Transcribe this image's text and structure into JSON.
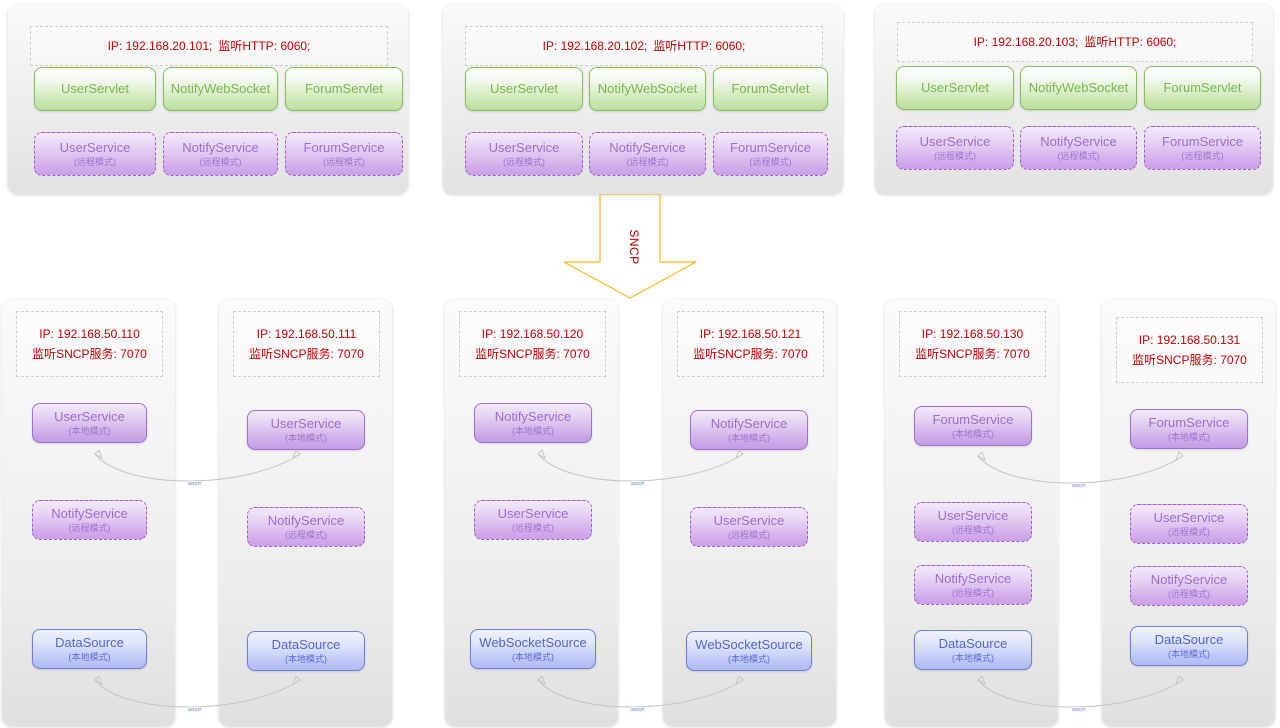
{
  "diagram": {
    "protocol_label": "SNCP",
    "connector_label": "SNCP",
    "colors": {
      "ip_text": "#c00000",
      "green_border": "#83c156",
      "green_text": "#7ab553",
      "purple_border": "#a259d8",
      "purple_text": "#9a6fcb",
      "blue_border": "#6f7ee0",
      "blue_text": "#5566cc",
      "arrow_stroke": "#f5c242",
      "connector_stroke": "#bdbdbd",
      "connector_label": "#5b86c9"
    },
    "mode_local": "(本地模式)",
    "mode_remote": "(远程模式)"
  },
  "web_tier": [
    {
      "id": "web-1",
      "ip_line1": "IP: 192.168.20.101;",
      "ip_line2": "监听HTTP: 6060;",
      "servlets": [
        {
          "name": "UserServlet"
        },
        {
          "name": "NotifyWebSocket"
        },
        {
          "name": "ForumServlet"
        }
      ],
      "services": [
        {
          "name": "UserService",
          "mode": "(远程模式)"
        },
        {
          "name": "NotifyService",
          "mode": "(远程模式)"
        },
        {
          "name": "ForumService",
          "mode": "(远程模式)"
        }
      ]
    },
    {
      "id": "web-2",
      "ip_line1": "IP: 192.168.20.102;",
      "ip_line2": "监听HTTP: 6060;",
      "servlets": [
        {
          "name": "UserServlet"
        },
        {
          "name": "NotifyWebSocket"
        },
        {
          "name": "ForumServlet"
        }
      ],
      "services": [
        {
          "name": "UserService",
          "mode": "(远程模式)"
        },
        {
          "name": "NotifyService",
          "mode": "(远程模式)"
        },
        {
          "name": "ForumService",
          "mode": "(远程模式)"
        }
      ]
    },
    {
      "id": "web-3",
      "ip_line1": "IP: 192.168.20.103;",
      "ip_line2": "监听HTTP: 6060;",
      "servlets": [
        {
          "name": "UserServlet"
        },
        {
          "name": "NotifyWebSocket"
        },
        {
          "name": "ForumServlet"
        }
      ],
      "services": [
        {
          "name": "UserService",
          "mode": "(远程模式)"
        },
        {
          "name": "NotifyService",
          "mode": "(远程模式)"
        },
        {
          "name": "ForumService",
          "mode": "(远程模式)"
        }
      ]
    }
  ],
  "service_tier": [
    {
      "id": "svc-110",
      "ip_line1": "IP: 192.168.50.110",
      "ip_line2": "监听SNCP服务: 7070",
      "nodes": [
        {
          "name": "UserService",
          "mode": "(本地模式)",
          "style": "purple-solid"
        },
        {
          "name": "NotifyService",
          "mode": "(远程模式)",
          "style": "purple-dashed"
        },
        {
          "name": "DataSource",
          "mode": "(本地模式)",
          "style": "blue"
        }
      ]
    },
    {
      "id": "svc-111",
      "ip_line1": "IP: 192.168.50.111",
      "ip_line2": "监听SNCP服务: 7070",
      "nodes": [
        {
          "name": "UserService",
          "mode": "(本地模式)",
          "style": "purple-solid"
        },
        {
          "name": "NotifyService",
          "mode": "(远程模式)",
          "style": "purple-dashed"
        },
        {
          "name": "DataSource",
          "mode": "(本地模式)",
          "style": "blue"
        }
      ]
    },
    {
      "id": "svc-120",
      "ip_line1": "IP: 192.168.50.120",
      "ip_line2": "监听SNCP服务: 7070",
      "nodes": [
        {
          "name": "NotifyService",
          "mode": "(本地模式)",
          "style": "purple-solid"
        },
        {
          "name": "UserService",
          "mode": "(远程模式)",
          "style": "purple-dashed"
        },
        {
          "name": "WebSocketSource",
          "mode": "(本地模式)",
          "style": "blue"
        }
      ]
    },
    {
      "id": "svc-121",
      "ip_line1": "IP: 192.168.50.121",
      "ip_line2": "监听SNCP服务: 7070",
      "nodes": [
        {
          "name": "NotifyService",
          "mode": "(本地模式)",
          "style": "purple-solid"
        },
        {
          "name": "UserService",
          "mode": "(远程模式)",
          "style": "purple-dashed"
        },
        {
          "name": "WebSocketSource",
          "mode": "(本地模式)",
          "style": "blue"
        }
      ]
    },
    {
      "id": "svc-130",
      "ip_line1": "IP: 192.168.50.130",
      "ip_line2": "监听SNCP服务: 7070",
      "nodes": [
        {
          "name": "ForumService",
          "mode": "(本地模式)",
          "style": "purple-solid"
        },
        {
          "name": "UserService",
          "mode": "(远程模式)",
          "style": "purple-dashed"
        },
        {
          "name": "NotifyService",
          "mode": "(远程模式)",
          "style": "purple-dashed"
        },
        {
          "name": "DataSource",
          "mode": "(本地模式)",
          "style": "blue"
        }
      ]
    },
    {
      "id": "svc-131",
      "ip_line1": "IP: 192.168.50.131",
      "ip_line2": "监听SNCP服务: 7070",
      "nodes": [
        {
          "name": "ForumService",
          "mode": "(本地模式)",
          "style": "purple-solid"
        },
        {
          "name": "UserService",
          "mode": "(远程模式)",
          "style": "purple-dashed"
        },
        {
          "name": "NotifyService",
          "mode": "(远程模式)",
          "style": "purple-dashed"
        },
        {
          "name": "DataSource",
          "mode": "(本地模式)",
          "style": "blue"
        }
      ]
    }
  ]
}
